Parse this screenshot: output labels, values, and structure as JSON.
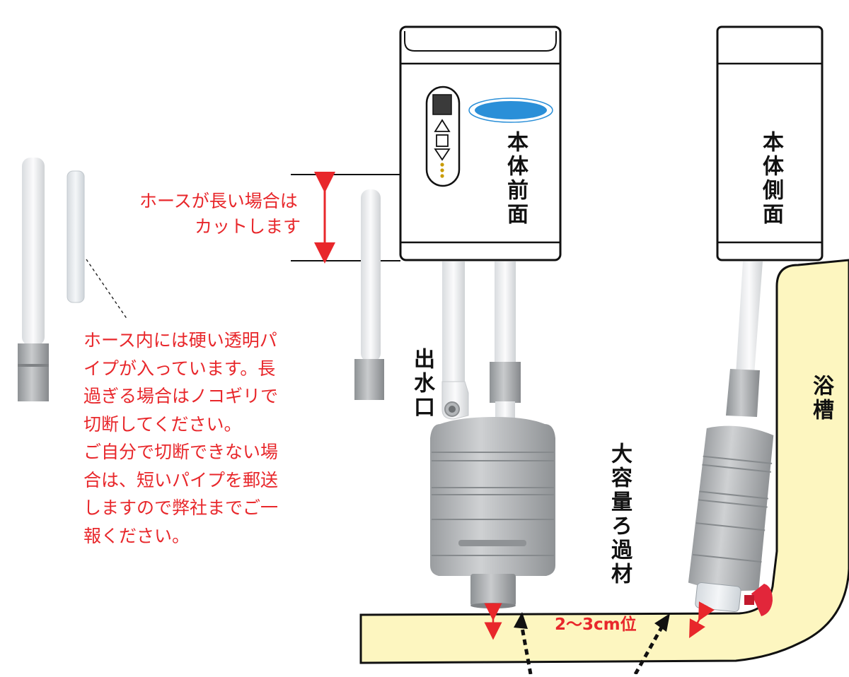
{
  "labels": {
    "cut_note_line1": "ホースが長い場合は",
    "cut_note_line2": "カットします",
    "pipe_note": "ホース内には硬い透明パ\nイプが入っています。長\n過ぎる場合はノコギリで\n切断してください。\nご自分で切断できない場\n合は、短いパイプを郵送\nしますので弊社までご一\n報ください。",
    "unit_front": "本体前面",
    "unit_side": "本体側面",
    "outlet": "出水口",
    "filter": "大容量ろ過材",
    "bathtub": "浴槽",
    "gap": "2〜3cm位"
  },
  "colors": {
    "accent_red": "#e8272b",
    "bathtub_fill": "#fdf6c0",
    "led_blue": "#2a8fd8",
    "hose_white": "#eef0f2",
    "gray_part": "#a9acae"
  }
}
